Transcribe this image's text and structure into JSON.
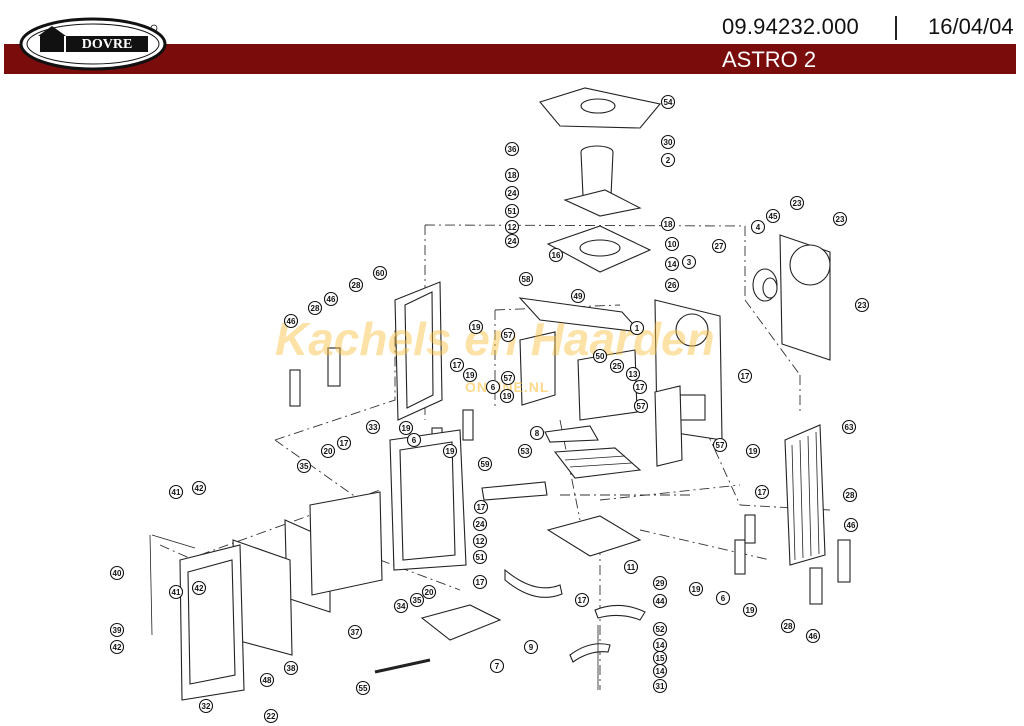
{
  "header": {
    "brand": "DOVRE",
    "doc_number": "09.94232.000",
    "date": "16/04/04",
    "model": "ASTRO 2"
  },
  "watermark": {
    "line1": "Kachels en Haarden",
    "line2": "ONLINE.NL"
  },
  "colors": {
    "header_bar": "#7a0c0c",
    "watermark": "#fabe3c"
  },
  "part_labels": [
    {
      "n": "54"
    },
    {
      "n": "30"
    },
    {
      "n": "2"
    },
    {
      "n": "36"
    },
    {
      "n": "18"
    },
    {
      "n": "24"
    },
    {
      "n": "51"
    },
    {
      "n": "12"
    },
    {
      "n": "24"
    },
    {
      "n": "18"
    },
    {
      "n": "10"
    },
    {
      "n": "16"
    },
    {
      "n": "14"
    },
    {
      "n": "26"
    },
    {
      "n": "49"
    },
    {
      "n": "58"
    },
    {
      "n": "3"
    },
    {
      "n": "27"
    },
    {
      "n": "4"
    },
    {
      "n": "45"
    },
    {
      "n": "23"
    },
    {
      "n": "23"
    },
    {
      "n": "23"
    },
    {
      "n": "60"
    },
    {
      "n": "28"
    },
    {
      "n": "28"
    },
    {
      "n": "46"
    },
    {
      "n": "46"
    },
    {
      "n": "19"
    },
    {
      "n": "57"
    },
    {
      "n": "1"
    },
    {
      "n": "25"
    },
    {
      "n": "50"
    },
    {
      "n": "13"
    },
    {
      "n": "17"
    },
    {
      "n": "17"
    },
    {
      "n": "57"
    },
    {
      "n": "17"
    },
    {
      "n": "19"
    },
    {
      "n": "6"
    },
    {
      "n": "19"
    },
    {
      "n": "57"
    },
    {
      "n": "19"
    },
    {
      "n": "6"
    },
    {
      "n": "19"
    },
    {
      "n": "8"
    },
    {
      "n": "33"
    },
    {
      "n": "17"
    },
    {
      "n": "53"
    },
    {
      "n": "57"
    },
    {
      "n": "20"
    },
    {
      "n": "35"
    },
    {
      "n": "59"
    },
    {
      "n": "17"
    },
    {
      "n": "19"
    },
    {
      "n": "63"
    },
    {
      "n": "17"
    },
    {
      "n": "28"
    },
    {
      "n": "46"
    },
    {
      "n": "41"
    },
    {
      "n": "42"
    },
    {
      "n": "24"
    },
    {
      "n": "12"
    },
    {
      "n": "51"
    },
    {
      "n": "11"
    },
    {
      "n": "40"
    },
    {
      "n": "42"
    },
    {
      "n": "41"
    },
    {
      "n": "17"
    },
    {
      "n": "29"
    },
    {
      "n": "17"
    },
    {
      "n": "34"
    },
    {
      "n": "35"
    },
    {
      "n": "20"
    },
    {
      "n": "37"
    },
    {
      "n": "19"
    },
    {
      "n": "6"
    },
    {
      "n": "19"
    },
    {
      "n": "28"
    },
    {
      "n": "46"
    },
    {
      "n": "39"
    },
    {
      "n": "42"
    },
    {
      "n": "9"
    },
    {
      "n": "44"
    },
    {
      "n": "52"
    },
    {
      "n": "14"
    },
    {
      "n": "15"
    },
    {
      "n": "14"
    },
    {
      "n": "31"
    },
    {
      "n": "38"
    },
    {
      "n": "7"
    },
    {
      "n": "48"
    },
    {
      "n": "32"
    },
    {
      "n": "55"
    },
    {
      "n": "22"
    }
  ]
}
